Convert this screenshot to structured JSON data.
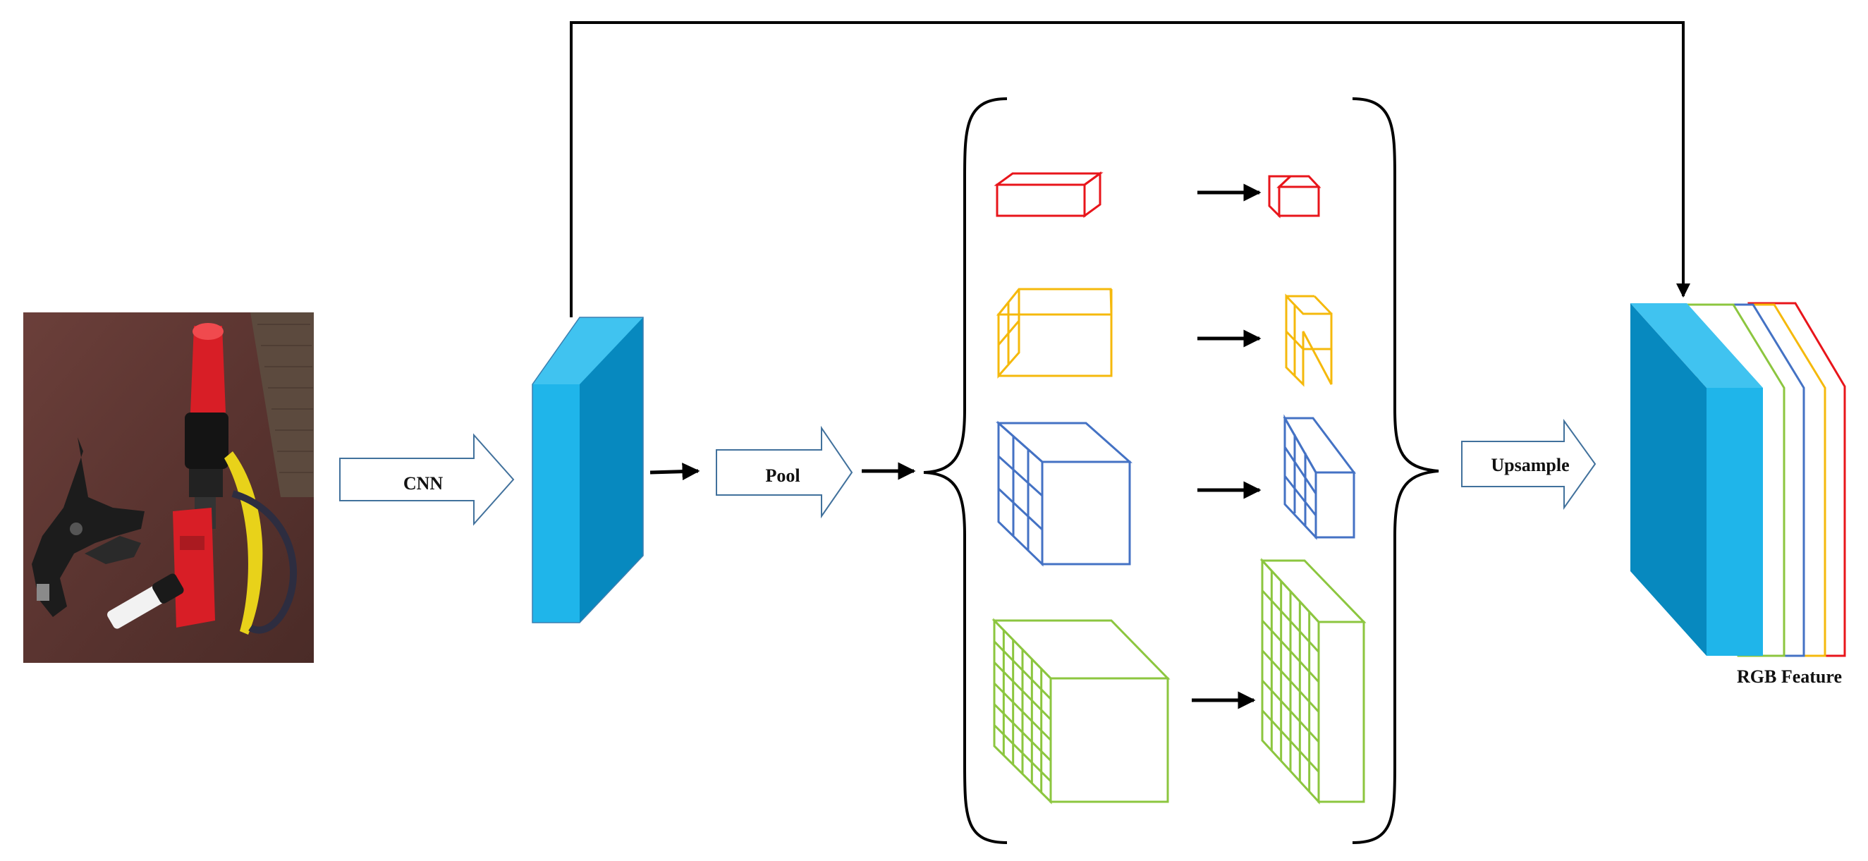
{
  "labels": {
    "cnn": "CNN",
    "pool": "Pool",
    "upsample": "Upsample",
    "output": "RGB Feature"
  },
  "colors": {
    "level1": "#e8151b",
    "level2": "#f5b90c",
    "level3": "#4472c4",
    "level4": "#8cc63f",
    "feature_front": "#1fb5ea",
    "feature_side": "#0789bf",
    "feature_top": "#40c3f0",
    "arrow_outline": "#41719c",
    "line": "#000000"
  },
  "pyramid_levels": [
    {
      "grid": 1,
      "color_key": "level1"
    },
    {
      "grid": 2,
      "color_key": "level2"
    },
    {
      "grid": 3,
      "color_key": "level3"
    },
    {
      "grid": 6,
      "color_key": "level4"
    }
  ],
  "input_image": {
    "icon": "tools-photo-icon",
    "objects": [
      "spring-clamp",
      "power-drill",
      "banana",
      "marker"
    ]
  }
}
